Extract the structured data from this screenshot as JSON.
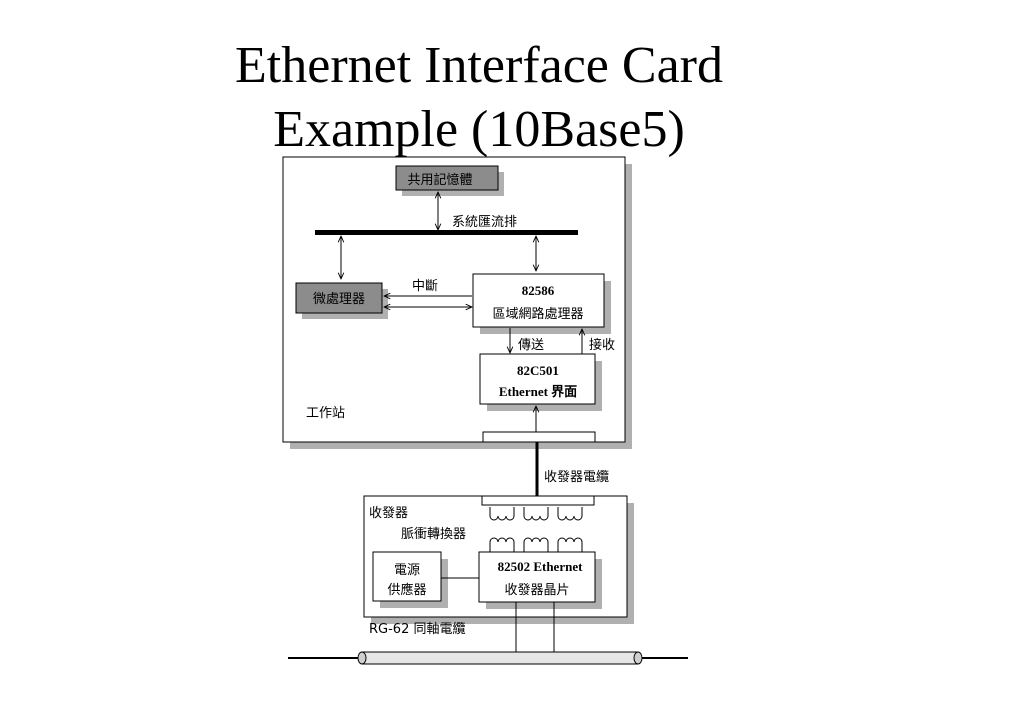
{
  "title": {
    "line1": "Ethernet Interface Card",
    "line2": "Example (10Base5)"
  },
  "diagram": {
    "shared_memory": "共用記憶體",
    "system_bus": "系統匯流排",
    "interrupt": "中斷",
    "microprocessor": "微處理器",
    "lan_chip_model": "82586",
    "lan_chip_name": "區域網路處理器",
    "transmit": "傳送",
    "receive": "接收",
    "interface_chip_model": "82C501",
    "interface_chip_name": "Ethernet 界面",
    "workstation": "工作站",
    "transceiver_cable": "收發器電纜",
    "transceiver": "收發器",
    "pulse_transformer": "脈衝轉換器",
    "power_supply_line1": "電源",
    "power_supply_line2": "供應器",
    "transceiver_chip_model": "82502 Ethernet",
    "transceiver_chip_name": "收發器晶片",
    "coax_cable": "RG-62 同軸電纜"
  }
}
